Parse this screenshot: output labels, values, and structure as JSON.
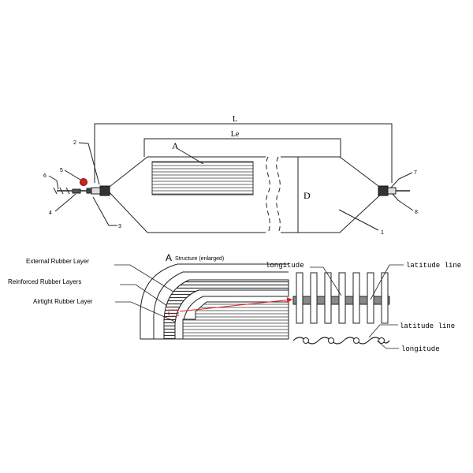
{
  "dimensions": {
    "overall_length": "L",
    "effective_length": "Le",
    "diameter": "D"
  },
  "detail_marker": "A",
  "part_numbers": [
    "1",
    "2",
    "3",
    "4",
    "5",
    "6",
    "7",
    "8"
  ],
  "structure_title": {
    "marker": "A",
    "text": "Structure (enlarged)"
  },
  "layers": {
    "external": "External Rubber Layer",
    "reinforced": "Reinforced Rubber Layers",
    "airtight": "Airtight Rubber Layer"
  },
  "weave": {
    "longitude_top": "longitude",
    "latitude_top": "latitude line",
    "latitude_bottom": "latitude line",
    "longitude_bottom": "longitude"
  },
  "colors": {
    "line": "#222222",
    "arrow": "#e02020",
    "gauge": "#d02020"
  }
}
